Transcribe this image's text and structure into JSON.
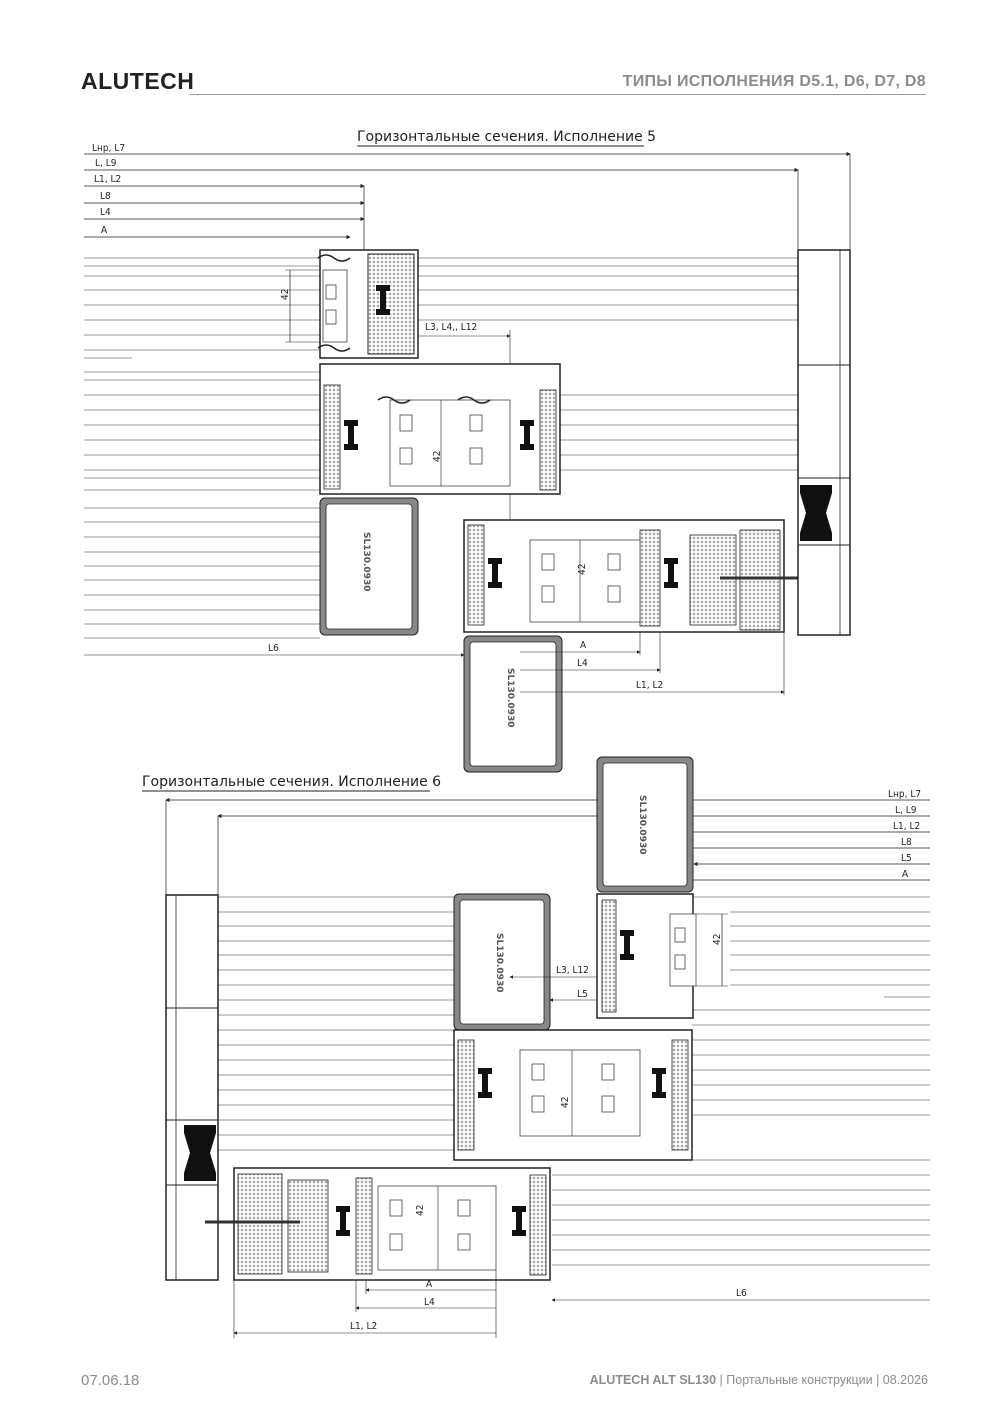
{
  "header": {
    "brand": "ALUTECH",
    "title": "ТИПЫ ИСПОЛНЕНИЯ D5.1, D6, D7, D8"
  },
  "section5": {
    "title": "Горизонтальные сечения. Исполнение 5",
    "dims_left": [
      "Lнр, L7",
      "L, L9",
      "L1, L2",
      "L8",
      "L4",
      "A"
    ],
    "dim_glass1": "42",
    "dim_glass2": "42",
    "dim_glass3": "42",
    "dim_l3": "L3, L4,, L12",
    "dim_l6": "L6",
    "dim_a": "A",
    "dim_l4": "L4",
    "dim_l1": "L1, L2",
    "profile1": "SL130.0930",
    "profile2": "SL130.0930"
  },
  "section6": {
    "title": "Горизонтальные сечения. Исполнение 6",
    "dims_right": [
      "Lнр, L7",
      "L, L9",
      "L1, L2",
      "L8",
      "L5",
      "A"
    ],
    "dim_glass1": "42",
    "dim_glass2": "42",
    "dim_glass3": "42",
    "dim_l3": "L3, L12",
    "dim_l5": "L5",
    "dim_l6": "L6",
    "dim_a": "A",
    "dim_l4": "L4",
    "dim_l1": "L1, L2",
    "profile1": "SL130.0930",
    "profile2": "SL130.0930"
  },
  "footer": {
    "date": "07.06.18",
    "product": "ALUTECH ALT SL130",
    "description": "| Портальные конструкции | 08.2026"
  }
}
